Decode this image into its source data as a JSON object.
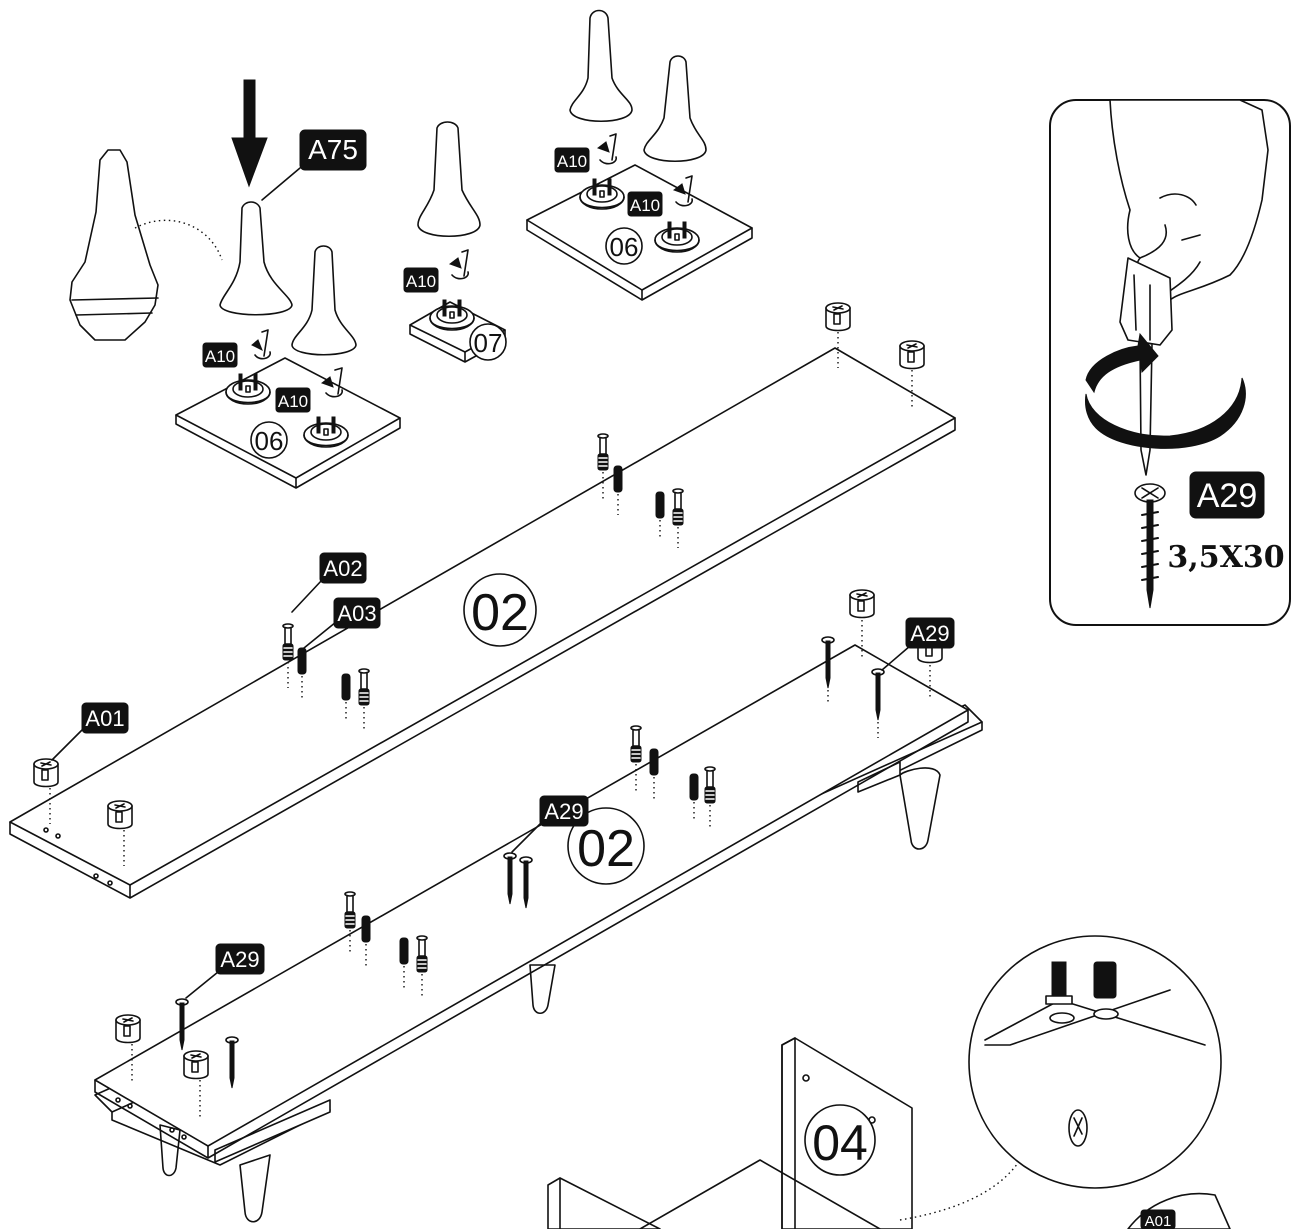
{
  "labels": {
    "leg_part": "A75",
    "leg_plate_screw": "A10",
    "cam_lock": "A01",
    "cam_bolt": "A02",
    "dowel": "A03",
    "screw": "A29"
  },
  "parts": {
    "plate_large": "06",
    "plate_small": "07",
    "panel": "02",
    "side_panel": "04"
  },
  "detail": {
    "screw_code": "A29",
    "screw_size": "3,5X30"
  }
}
